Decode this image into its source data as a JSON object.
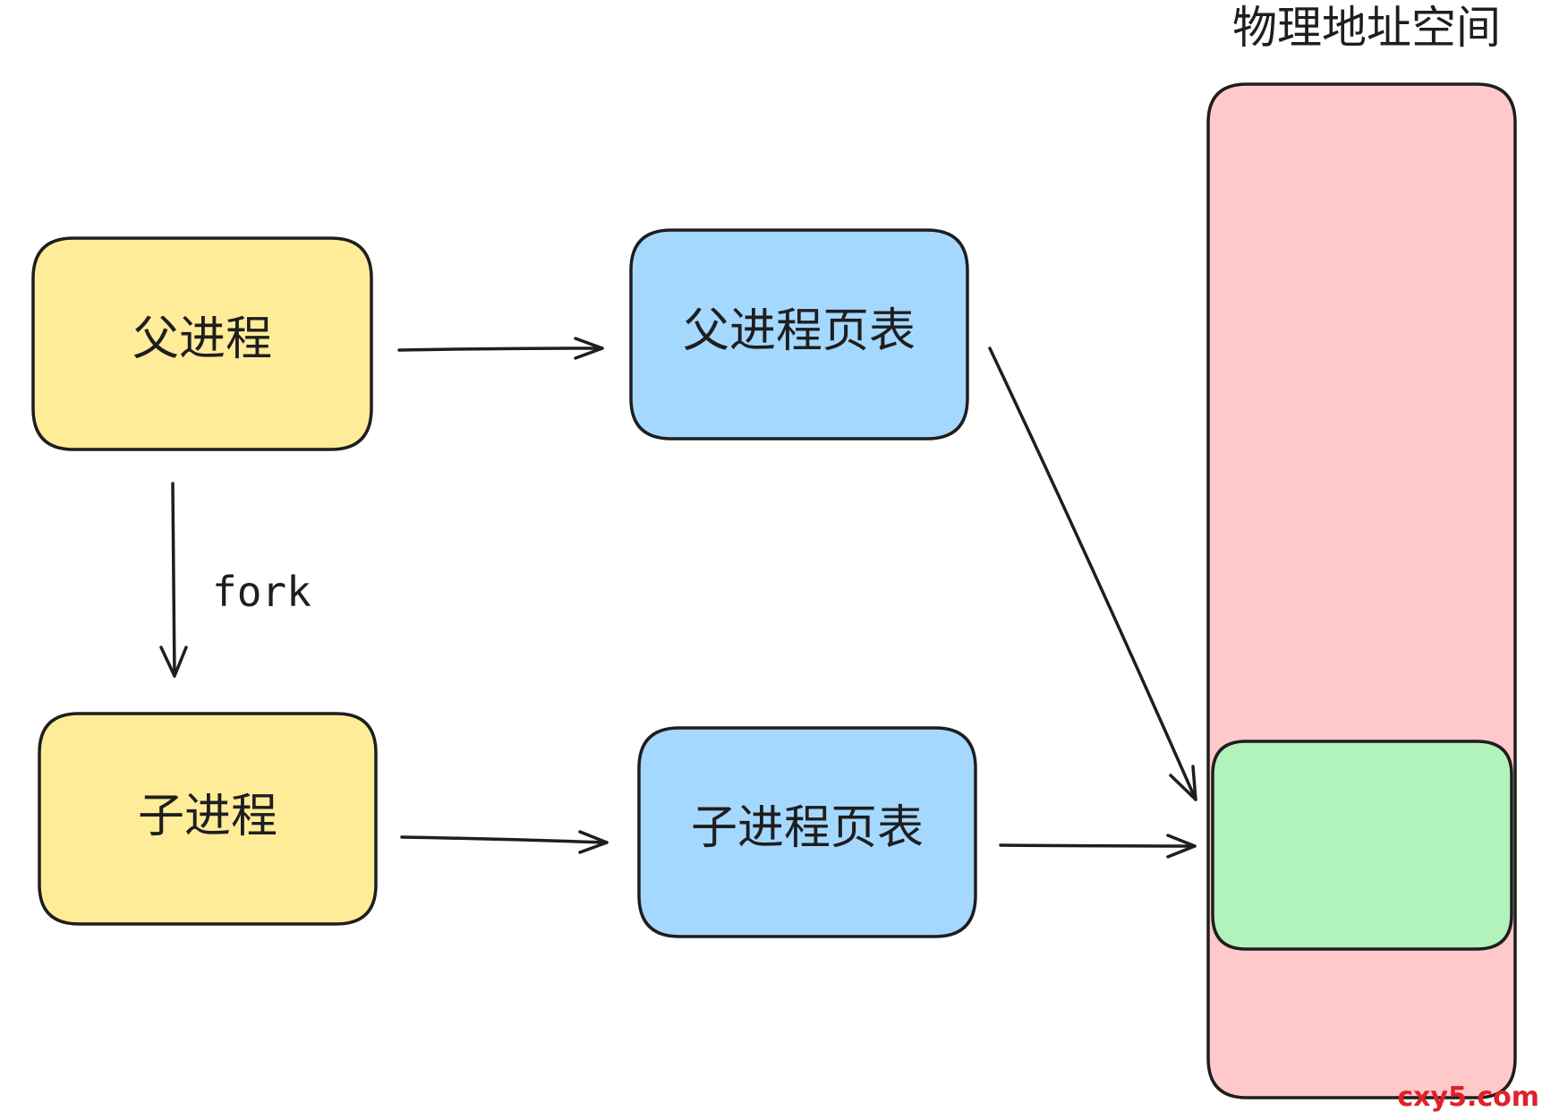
{
  "diagram": {
    "nodes": {
      "parent_process": {
        "label": "父进程",
        "color": "#ffec99"
      },
      "parent_page_table": {
        "label": "父进程页表",
        "color": "#a5d8ff"
      },
      "child_process": {
        "label": "子进程",
        "color": "#ffec99"
      },
      "child_page_table": {
        "label": "子进程页表",
        "color": "#a5d8ff"
      },
      "physical_space": {
        "label": "物理地址空间",
        "color": "#ffc9c9"
      },
      "shared_region": {
        "color": "#b2f2bb"
      }
    },
    "edges": [
      {
        "from": "parent_process",
        "to": "parent_page_table"
      },
      {
        "from": "parent_process",
        "to": "child_process",
        "label": "fork"
      },
      {
        "from": "child_process",
        "to": "child_page_table"
      },
      {
        "from": "parent_page_table",
        "to": "shared_region"
      },
      {
        "from": "child_page_table",
        "to": "shared_region"
      }
    ],
    "fork_label": "fork"
  },
  "watermark": "cxy5.com"
}
